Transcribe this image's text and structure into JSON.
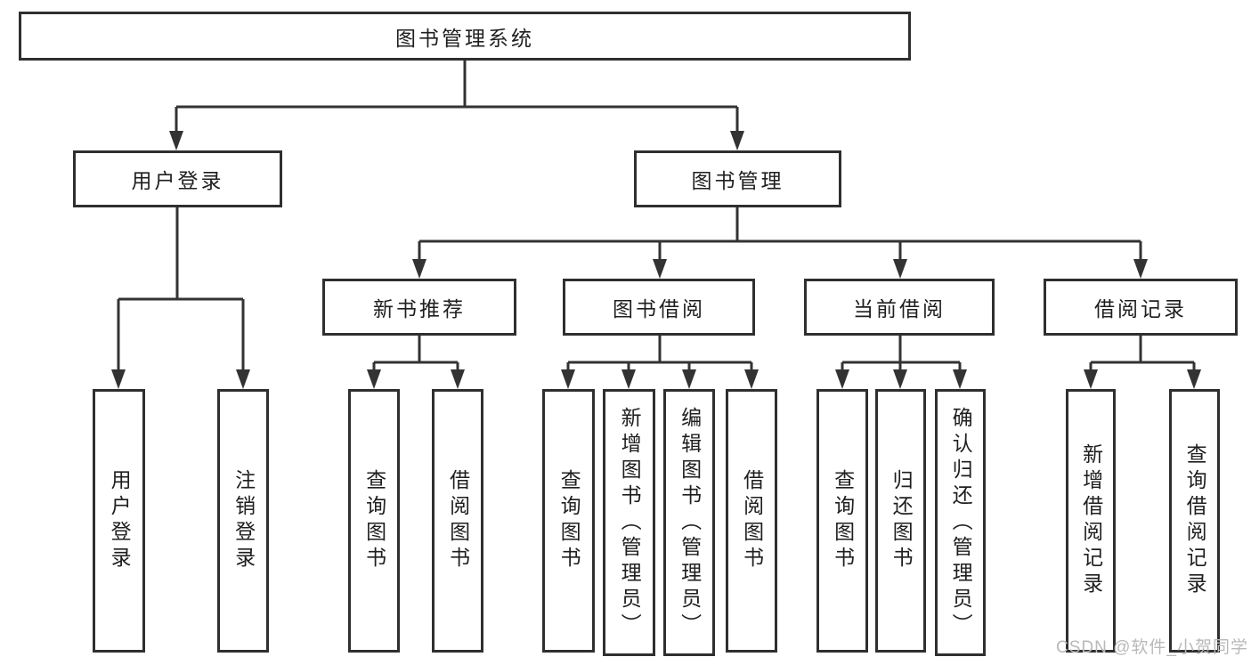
{
  "diagram": {
    "root": {
      "label": "图书管理系统"
    },
    "level2": [
      {
        "label": "用户登录"
      },
      {
        "label": "图书管理"
      }
    ],
    "level3": [
      {
        "label": "新书推荐"
      },
      {
        "label": "图书借阅"
      },
      {
        "label": "当前借阅"
      },
      {
        "label": "借阅记录"
      }
    ],
    "leaves": {
      "user_login": [
        "用户登录",
        "注销登录"
      ],
      "new_book_recommend": [
        "查询图书",
        "借阅图书"
      ],
      "book_borrow": [
        "查询图书",
        "新增图书（管理员）",
        "编辑图书（管理员）",
        "借阅图书"
      ],
      "current_borrow": [
        "查询图书",
        "归还图书",
        "确认归还（管理员）"
      ],
      "borrow_records": [
        "新增借阅记录",
        "查询借阅记录"
      ]
    }
  },
  "watermark": {
    "text": "CSDN @软件_小贺同学"
  },
  "colors": {
    "line": "#333333",
    "border": "#2f2f2f",
    "text": "#1f1f1f",
    "watermark": "#b9b9b9",
    "background": "#ffffff"
  }
}
